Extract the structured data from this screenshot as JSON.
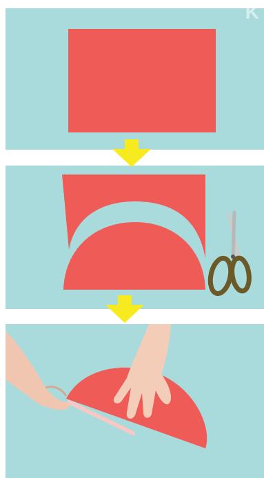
{
  "steps": [
    {
      "name": "step-1-rectangle-paper",
      "paper_color": "#ef5b57"
    },
    {
      "name": "step-2-cut-semicircle",
      "paper_color": "#ef5b57",
      "tool": "scissors-icon"
    },
    {
      "name": "step-3-fold-cone",
      "paper_color": "#ef5b57"
    }
  ],
  "colors": {
    "background": "#a9dbdc",
    "paper": "#ef5b57",
    "arrow": "#f7ea1f",
    "divider": "#ffffff",
    "skin": "#f1c6b0"
  },
  "watermark": "K"
}
